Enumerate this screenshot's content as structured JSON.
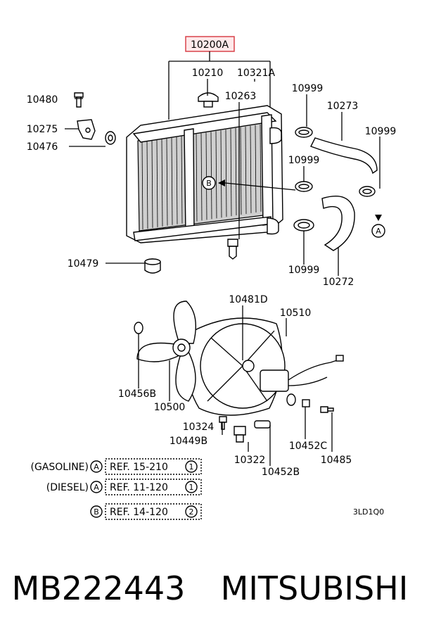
{
  "main_part": {
    "label": "10200A",
    "color": "#d9424a"
  },
  "labels": {
    "p10210": "10210",
    "p10321A": "10321A",
    "p10263": "10263",
    "p10480": "10480",
    "p10275": "10275",
    "p10476": "10476",
    "p10479": "10479",
    "p10999_top": "10999",
    "p10273": "10273",
    "p10999_right": "10999",
    "p10999_mid": "10999",
    "p10999_low": "10999",
    "p10272": "10272",
    "p10481D": "10481D",
    "p10510": "10510",
    "p10456B": "10456B",
    "p10500": "10500",
    "p10324": "10324",
    "p10449B": "10449B",
    "p10322": "10322",
    "p10452C": "10452C",
    "p10452B": "10452B",
    "p10485": "10485"
  },
  "callouts": {
    "a": "A",
    "b": "B"
  },
  "references": [
    {
      "prefix": "(GASOLINE)",
      "mark": "A",
      "ref": "REF. 15-210",
      "num": "1"
    },
    {
      "prefix": "(DIESEL)",
      "mark": "A",
      "ref": "REF. 11-120",
      "num": "1"
    },
    {
      "prefix": "",
      "mark": "B",
      "ref": "REF. 14-120",
      "num": "2"
    }
  ],
  "diagram_code": "3LD1Q0",
  "footer": {
    "part_number": "MB222443",
    "brand": "MITSUBISHI"
  }
}
